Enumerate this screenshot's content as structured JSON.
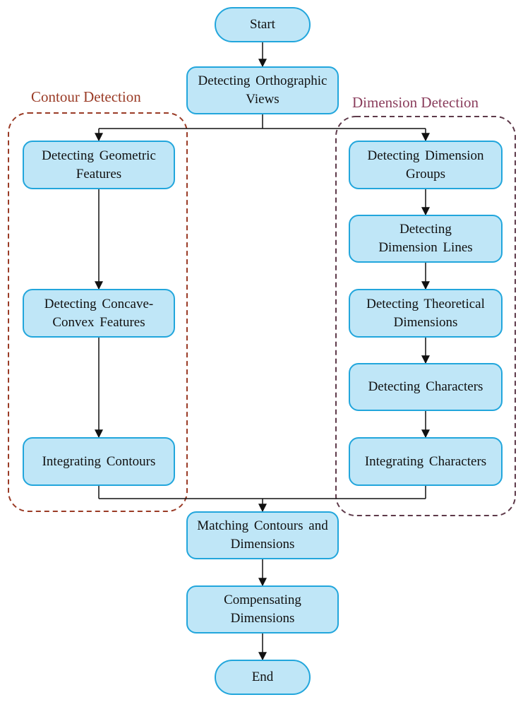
{
  "groups": {
    "contour": {
      "label": "Contour Detection",
      "color": "#9a3b26"
    },
    "dimension": {
      "label": "Dimension Detection",
      "color": "#8a3d5c"
    }
  },
  "nodes": {
    "start": "Start",
    "ortho": "Detecting  Orthographic\nViews",
    "geometric": "Detecting  Geometric\nFeatures",
    "concave": "Detecting  Concave-\nConvex Features",
    "integ_contours": "Integrating  Contours",
    "dim_groups": "Detecting  Dimension\nGroups",
    "dim_lines": "Detecting\nDimension  Lines",
    "theoretical": "Detecting  Theoretical\nDimensions",
    "characters": "Detecting  Characters",
    "integ_chars": "Integrating  Characters",
    "matching": "Matching  Contours and\nDimensions",
    "compensating": "Compensating\nDimensions",
    "end": "End"
  },
  "colors": {
    "node_fill": "#bfe6f7",
    "node_border": "#22a6dc",
    "connector": "#111111",
    "contour_group": "#9a3b26",
    "dimension_group": "#5e3a4a"
  }
}
